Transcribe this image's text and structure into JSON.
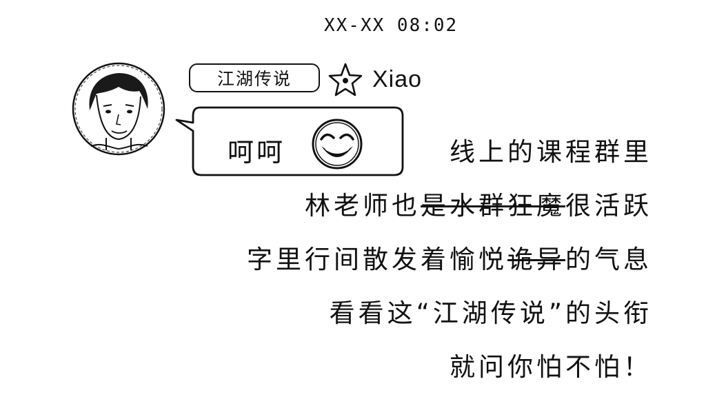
{
  "header": {
    "timestamp": "XX-XX  08:02"
  },
  "message": {
    "avatar_icon": "person-avatar-icon",
    "title_badge": "江湖传说",
    "badge_icon": "star-icon",
    "username": "Xiao",
    "bubble_text": "呵呵",
    "bubble_emoji": "smile-emoji-icon"
  },
  "narrative": {
    "line1": "线上的课程群里",
    "line2_a": "林老师也",
    "line2_strike": "是水群狂魔",
    "line2_b": "很活跃",
    "line3_a": "字里行间散发着愉悦",
    "line3_strike": "诡异",
    "line3_b": "的气息",
    "line4": "看看这“江湖传说”的头衔",
    "line5": "就问你怕不怕！"
  },
  "colors": {
    "ink": "#111111",
    "paper": "#ffffff"
  }
}
